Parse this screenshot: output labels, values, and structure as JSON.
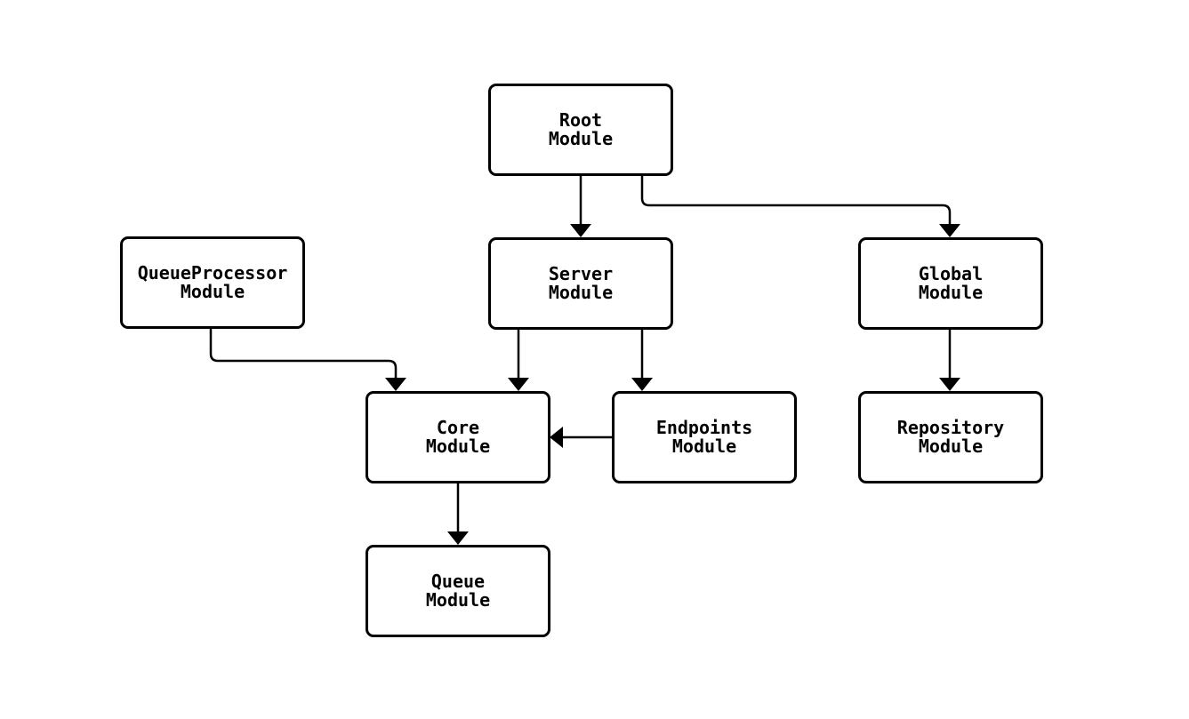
{
  "diagram": {
    "type": "flowchart",
    "direction": "top-down",
    "colors": {
      "background": "#ffffff",
      "node_fill": "#ffffff",
      "node_border": "#000000",
      "text": "#000000",
      "arrow": "#000000"
    },
    "nodes": [
      {
        "id": "root",
        "label": "Root\nModule"
      },
      {
        "id": "queueProcessor",
        "label": "QueueProcessor\nModule"
      },
      {
        "id": "server",
        "label": "Server\nModule"
      },
      {
        "id": "global",
        "label": "Global\nModule"
      },
      {
        "id": "core",
        "label": "Core\nModule"
      },
      {
        "id": "endpoints",
        "label": "Endpoints\nModule"
      },
      {
        "id": "repository",
        "label": "Repository\nModule"
      },
      {
        "id": "queue",
        "label": "Queue\nModule"
      }
    ],
    "edges": [
      {
        "from": "root",
        "to": "server"
      },
      {
        "from": "root",
        "to": "global"
      },
      {
        "from": "queueProcessor",
        "to": "core"
      },
      {
        "from": "server",
        "to": "core"
      },
      {
        "from": "server",
        "to": "endpoints"
      },
      {
        "from": "endpoints",
        "to": "core"
      },
      {
        "from": "global",
        "to": "repository"
      },
      {
        "from": "core",
        "to": "queue"
      }
    ]
  }
}
